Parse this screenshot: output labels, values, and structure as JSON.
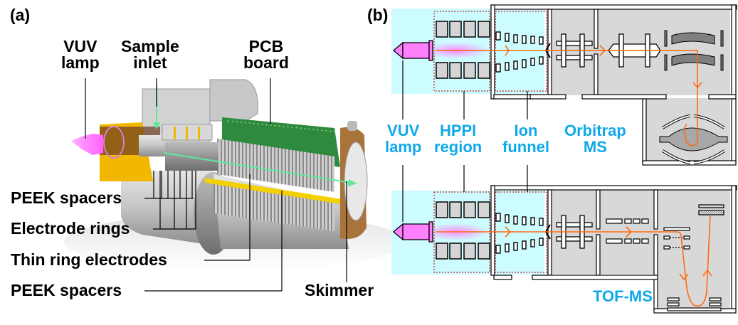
{
  "panel_a": {
    "letter": "(a)",
    "top_labels": [
      {
        "id": "vuv-lamp",
        "line1": "VUV",
        "line2": "lamp"
      },
      {
        "id": "sample-inlet",
        "line1": "Sample",
        "line2": "inlet"
      },
      {
        "id": "pcb-board",
        "line1": "PCB",
        "line2": "board"
      }
    ],
    "left_labels": [
      {
        "id": "peek-spacers-1",
        "text": "PEEK spacers"
      },
      {
        "id": "electrode-rings",
        "text": "Electrode rings"
      },
      {
        "id": "thin-ring-electrodes",
        "text": "Thin ring electrodes"
      },
      {
        "id": "peek-spacers-2",
        "text": "PEEK spacers"
      }
    ],
    "right_label": {
      "id": "skimmer",
      "text": "Skimmer"
    }
  },
  "panel_b": {
    "letter": "(b)",
    "labels": [
      {
        "id": "vuv-lamp",
        "line1": "VUV",
        "line2": "lamp"
      },
      {
        "id": "hppi-region",
        "line1": "HPPI",
        "line2": "region"
      },
      {
        "id": "ion-funnel",
        "line1": "Ion",
        "line2": "funnel"
      },
      {
        "id": "orbitrap-ms",
        "line1": "Orbitrap",
        "line2": "MS"
      }
    ],
    "tof_label": "TOF-MS"
  },
  "colors": {
    "label_blue": "#10a8e8",
    "ion_path": "#ff6a10",
    "lamp_pink": "#ff80ff",
    "cyan_bg": "#ccfcff",
    "chamber_gray": "#d8d8d8",
    "pcb_green": "#2e8b3e",
    "peek_yellow": "#f5c400",
    "gas_arrow": "#5fe89a",
    "skimmer_brown": "#a8743c"
  }
}
